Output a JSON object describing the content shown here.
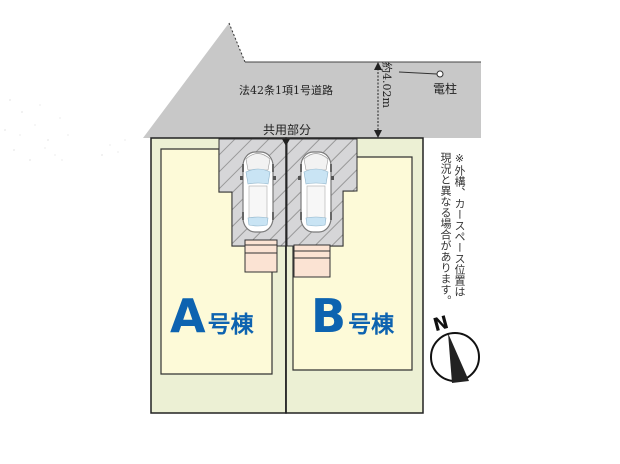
{
  "road": {
    "label": "法42条1項1号道路",
    "width_label": "約4.02m",
    "utility_pole_label": "電柱",
    "fill": "#c8c8c8"
  },
  "shared_area": {
    "label": "共用部分",
    "hatch_fill": "#d4d4d4"
  },
  "lots": [
    {
      "letter": "A",
      "suffix": "号棟",
      "name": "A号棟"
    },
    {
      "letter": "B",
      "suffix": "号棟",
      "name": "B号棟"
    }
  ],
  "note": {
    "line1": "※外構、カースペース位置は",
    "line2": "現況と異なる場合があります。"
  },
  "compass": {
    "label": "N"
  },
  "colors": {
    "lot_fill": "#ecf0d4",
    "building_fill": "#fdfad8",
    "label_blue": "#0d63b0",
    "entry_fill": "#fbe3d3",
    "car_window": "#c9e4f4"
  }
}
